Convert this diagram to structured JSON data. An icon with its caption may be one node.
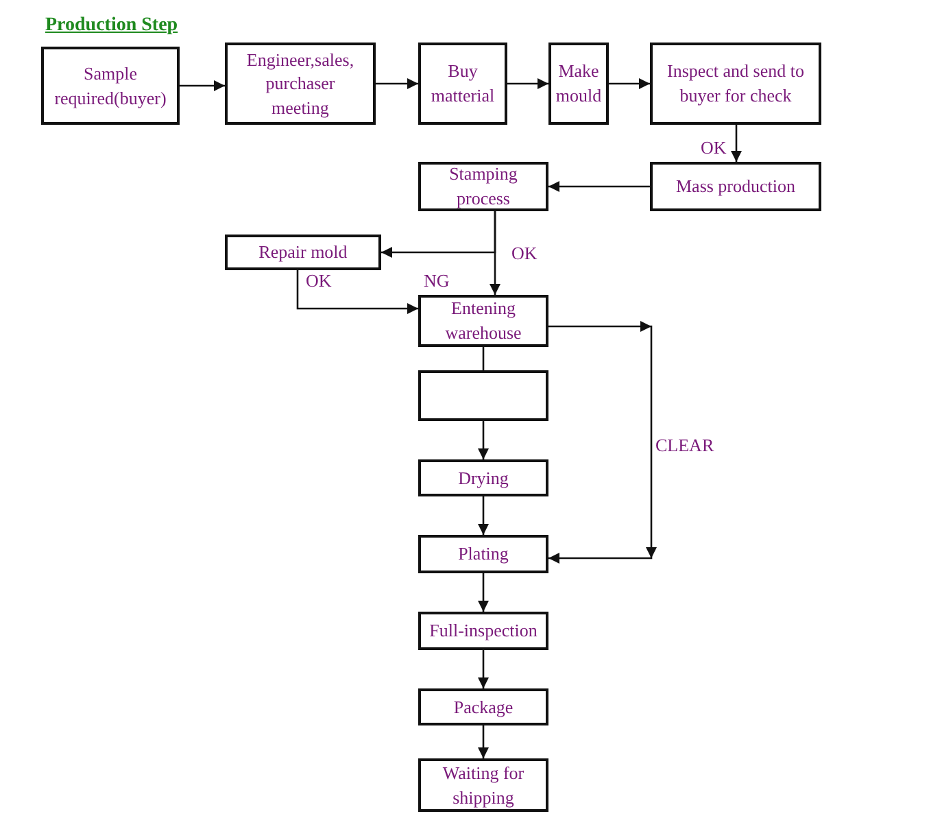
{
  "diagram": {
    "title": "Production Step",
    "nodes": [
      {
        "text": [
          "Sample required(buyer)"
        ]
      },
      {
        "text": [
          "Engineer,sales, purchaser meeting"
        ]
      },
      {
        "text": [
          "Buy matterial"
        ]
      },
      {
        "text": [
          "Make mould"
        ]
      },
      {
        "text": [
          "Inspect and send to buyer for check"
        ]
      },
      {
        "text": [
          "Mass production"
        ]
      },
      {
        "text": [
          "Stamping process"
        ]
      },
      {
        "text": [
          "Repair mold"
        ]
      },
      {
        "text": [
          "Entening warehouse"
        ]
      },
      {
        "text": [],
        "shape": "box"
      },
      {
        "text": [
          "Drying"
        ]
      },
      {
        "text": [
          "Plating"
        ]
      },
      {
        "text": [
          "Full-inspection"
        ]
      },
      {
        "text": [
          "Package"
        ]
      },
      {
        "text": [
          "Waiting for shipping"
        ]
      }
    ],
    "edges": [
      {
        "from": 0,
        "to": 1,
        "arrow": "to"
      },
      {
        "from": 1,
        "to": 2,
        "arrow": "to"
      },
      {
        "from": 2,
        "to": 3,
        "arrow": "to"
      },
      {
        "from": 3,
        "to": 4,
        "arrow": "to"
      },
      {
        "from": 4,
        "to": 5,
        "arrow": "to",
        "label": "OK"
      },
      {
        "from": 5,
        "to": 6,
        "arrow": "to"
      },
      {
        "from": 6,
        "to": 7,
        "arrow": "to"
      },
      {
        "from": 6,
        "to": 8,
        "arrow": "to",
        "label": "OK"
      },
      {
        "from": 7,
        "to": 8,
        "arrow": "to",
        "label": "OK"
      },
      {
        "from": 8,
        "to": 9,
        "arrow": "none"
      },
      {
        "from": 9,
        "to": 10,
        "arrow": "to"
      },
      {
        "from": 10,
        "to": 11,
        "arrow": "to"
      },
      {
        "from": 11,
        "to": 12,
        "arrow": "to"
      },
      {
        "from": 12,
        "to": 13,
        "arrow": "to"
      },
      {
        "from": 13,
        "to": 14,
        "arrow": "to"
      },
      {
        "from": 8,
        "to": 11,
        "arrow": "to",
        "label": "CLEAR"
      }
    ],
    "labels": [
      "NG"
    ]
  }
}
